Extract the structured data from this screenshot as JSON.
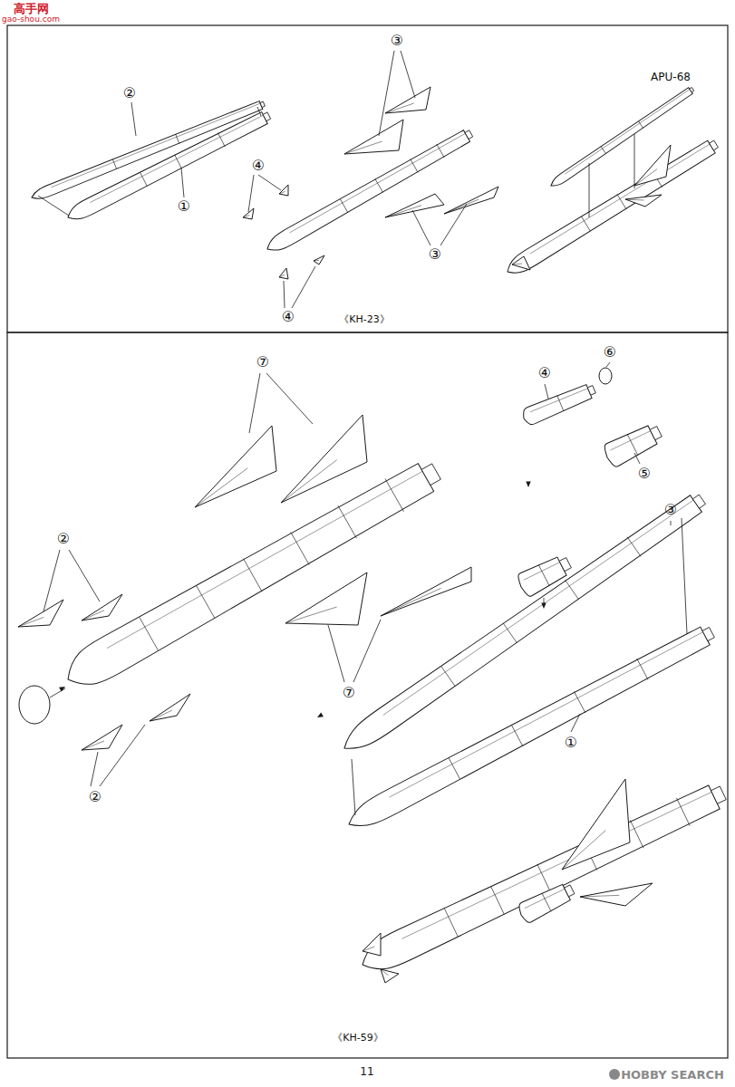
{
  "diagram": {
    "labels": [
      "高手网",
      "gao-shou.com",
      "③",
      "APU-68",
      "②",
      "④",
      "①",
      "③",
      "④",
      "《KH-23》",
      "⑥",
      "⑦",
      "④",
      "⑤",
      "③",
      "②",
      "⑦",
      "①",
      "②",
      "《KH-59》",
      "11",
      "HOBBY SEARCH"
    ]
  }
}
